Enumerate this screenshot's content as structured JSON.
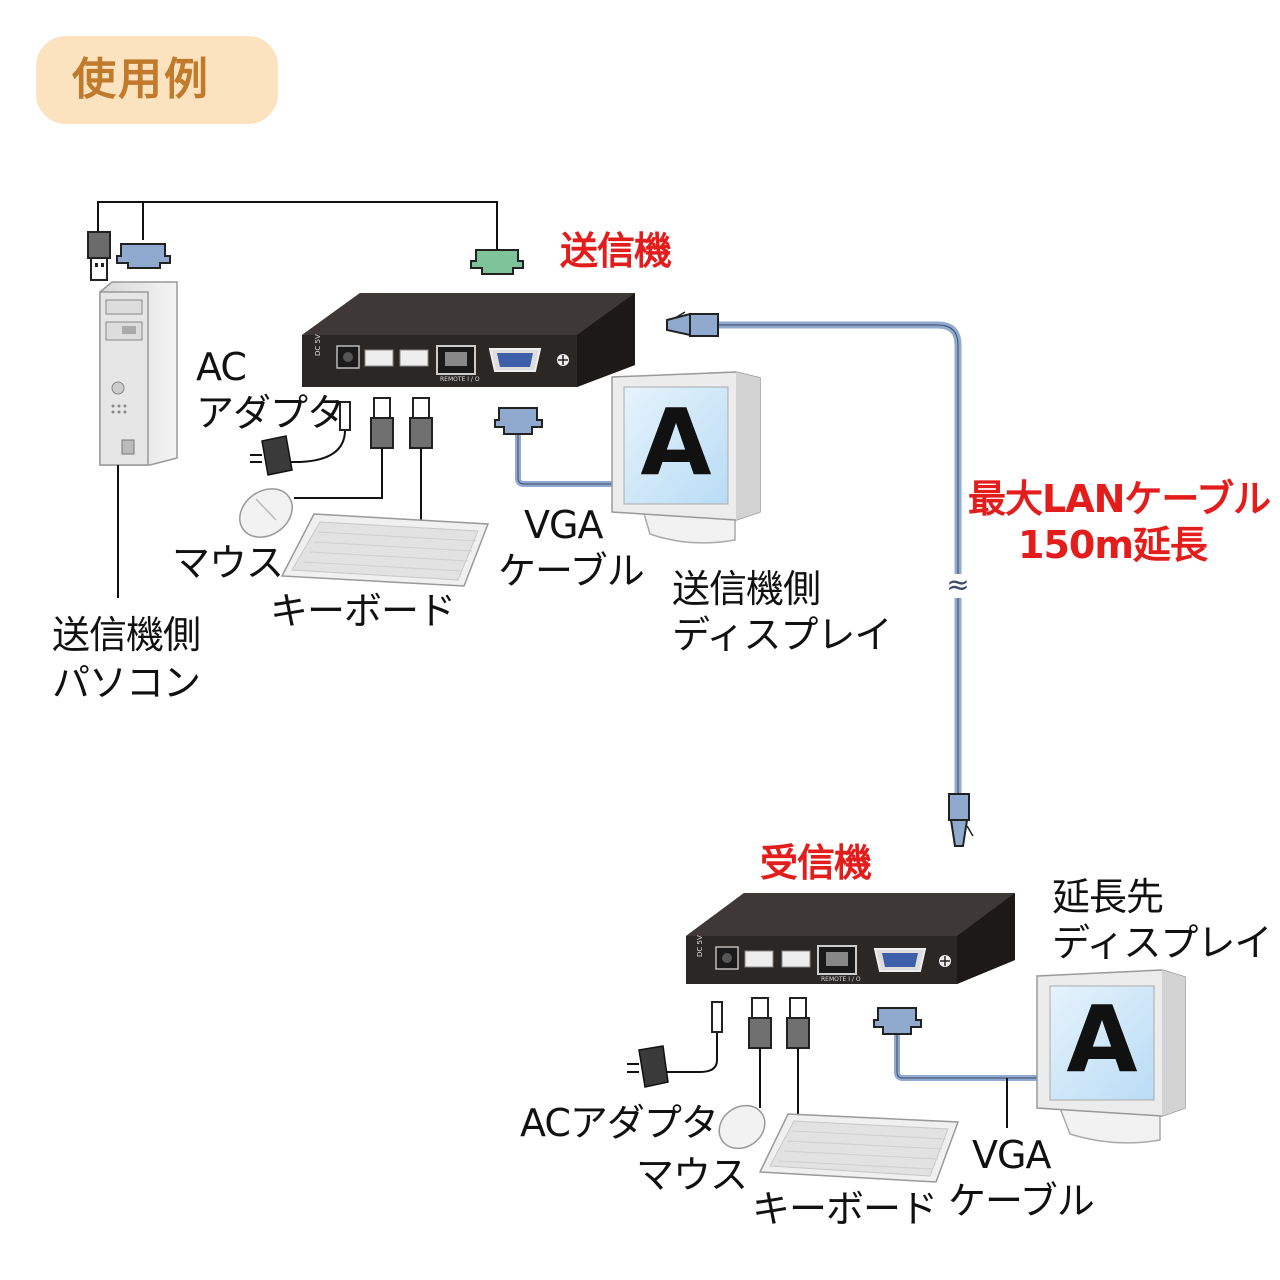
{
  "badge": "使用例",
  "sender": {
    "title": "送信機",
    "ac_line1": "AC",
    "ac_line2": "アダプタ",
    "mouse": "マウス",
    "keyboard": "キーボード",
    "vga_line1": "VGA",
    "vga_line2": "ケーブル",
    "pc_line1": "送信機側",
    "pc_line2": "パソコン",
    "display_line1": "送信機側",
    "display_line2": "ディスプレイ",
    "screen_letter": "A"
  },
  "lan": {
    "line1": "最大LANケーブル",
    "line2": "150m延長",
    "break_mark": "≈"
  },
  "receiver": {
    "title": "受信機",
    "display_line1": "延長先",
    "display_line2": "ディスプレイ",
    "ac": "ACアダプタ",
    "mouse": "マウス",
    "keyboard": "キーボード",
    "vga_line1": "VGA",
    "vga_line2": "ケーブル",
    "screen_letter": "A"
  },
  "port_labels": {
    "dc": "DC 5V",
    "remote": "REMOTE  I / O"
  },
  "colors": {
    "accent_red": "#e31c1c",
    "badge_bg": "#fbe3bf",
    "badge_text": "#c17a2c",
    "device_body": "#2b2725",
    "cable_blue": "#8fa9cf",
    "connector_green": "#7fc39a",
    "screen_blue": "#cfe6f8"
  }
}
